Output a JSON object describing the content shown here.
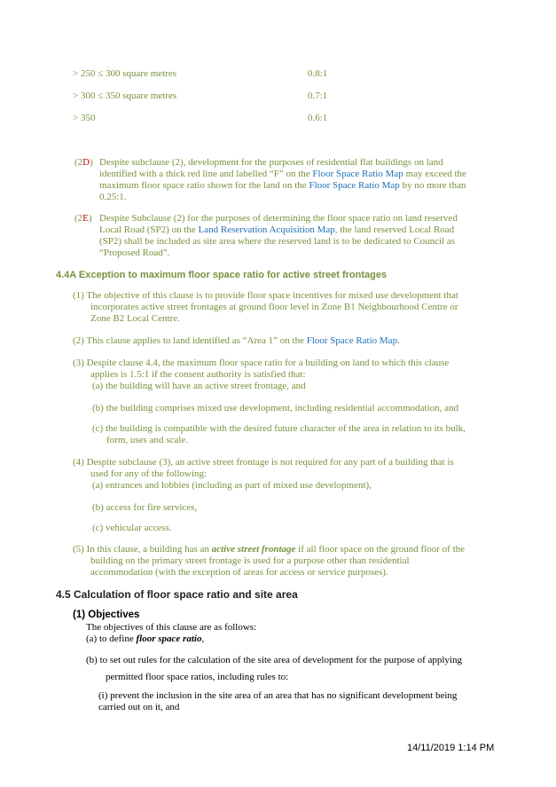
{
  "table": [
    {
      "area": "> 250 ≤ 300 square metres",
      "ratio": "0.8:1"
    },
    {
      "area": "> 300 ≤ 350 square metres",
      "ratio": "0.7:1"
    },
    {
      "area": "> 350",
      "ratio": "0.6:1"
    }
  ],
  "c2d": {
    "open": "(2",
    "letter": "D",
    "close": ")",
    "l1": "Despite subclause (2), development for the purposes of residential flat buildings on land",
    "l2a": "identified with a thick red line and labelled “F” on the ",
    "l2link": "Floor Space Ratio Map",
    "l2b": " may exceed the",
    "l3a": "maximum floor space ratio shown for the land on the ",
    "l3link": "Floor Space Ratio Map",
    "l3b": " by no more than",
    "l4": "0.25:1."
  },
  "c2e": {
    "open": "(2",
    "letter": "E",
    "close": ")",
    "l1": "Despite Subclause (2) for the purposes of determining the floor space ratio on land reserved",
    "l2a": "Local Road (SP2) on the ",
    "l2link": "Land Reservation Acquisition Map",
    "l2b": ", the land reserved Local Road",
    "l3": "(SP2) shall be included as site area where the reserved land is to be dedicated to Council as",
    "l4": "“Proposed Road”."
  },
  "s44a": {
    "title": "4.4A   Exception to maximum floor space ratio for active street frontages",
    "p1_l1": "(1)  The objective of this clause is to provide floor space incentives for mixed use development that",
    "p1_l2": "incorporates active street frontages at ground floor level in Zone B1 Neighbourhood Centre or",
    "p1_l3": "Zone B2 Local Centre.",
    "p2a": "(2)  This clause applies to land identified as “Area 1” on the ",
    "p2link": "Floor Space Ratio Map",
    "p2b": ".",
    "p3_l1": "(3)  Despite clause 4.4, the maximum floor space ratio for a building on land to which this clause",
    "p3_l2": "applies is 1.5:1 if the consent authority is satisfied that:",
    "p3a": "(a)  the building will have an active street frontage, and",
    "p3b": "(b)  the building comprises mixed use development, including residential accommodation, and",
    "p3c_l1": "(c)  the building is compatible with the desired future character of the area in relation to its bulk,",
    "p3c_l2": "form, uses and scale.",
    "p4_l1": "(4)  Despite subclause (3), an active street frontage is not required for any part of a building that is",
    "p4_l2": "used for any of the following:",
    "p4a": "(a)  entrances and lobbies (including as part of mixed use development),",
    "p4b": "(b)  access for fire services,",
    "p4c": "(c)  vehicular access.",
    "p5_l1a": "(5)  In this clause, a building has an ",
    "p5_term": "active street frontage",
    "p5_l1b": " if all floor space on the ground floor of the",
    "p5_l2": "building on the primary street frontage is used for a purpose other than residential",
    "p5_l3": "accommodation (with the exception of areas for access or service purposes)."
  },
  "s45": {
    "title": "4.5   Calculation of floor space ratio and site area",
    "sub": "(1) Objectives",
    "intro": "The objectives of this clause are as follows:",
    "a_pre": "(a) to define ",
    "a_term": "floor space ratio",
    "a_post": ",",
    "b_l1": "(b) to set out rules for the calculation of the site area of development for the purpose of applying",
    "b_l2": "permitted floor space ratios, including rules to:",
    "i_l1": "(i) prevent the inclusion in the site area of an area that has no significant development being",
    "i_l2": "carried out on it, and"
  },
  "footer": "14/11/2019 1:14 PM"
}
